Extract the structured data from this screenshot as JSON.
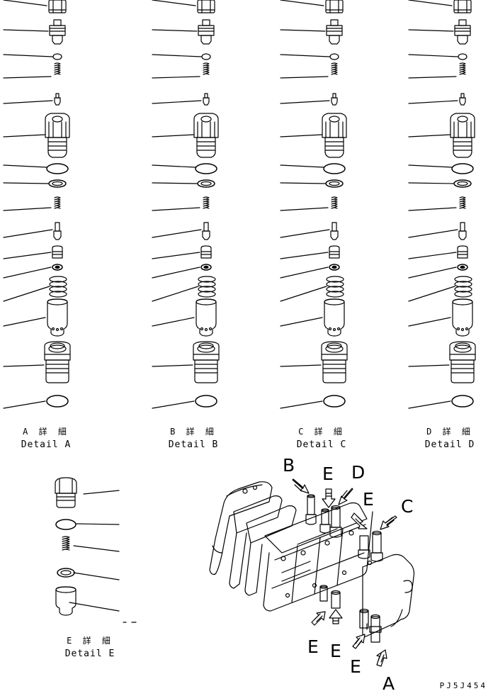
{
  "details": [
    {
      "id": "A",
      "jp": "A 詳 細",
      "en": "Detail A"
    },
    {
      "id": "B",
      "jp": "B 詳 細",
      "en": "Detail B"
    },
    {
      "id": "C",
      "jp": "C 詳 細",
      "en": "Detail C"
    },
    {
      "id": "D",
      "jp": "D 詳 細",
      "en": "Detail D"
    },
    {
      "id": "E",
      "jp": "E 詳 細",
      "en": "Detail E"
    }
  ],
  "callouts": [
    "B",
    "E",
    "D",
    "E",
    "C",
    "E",
    "E",
    "E",
    "A"
  ],
  "drawing_code": "PJ5J454"
}
